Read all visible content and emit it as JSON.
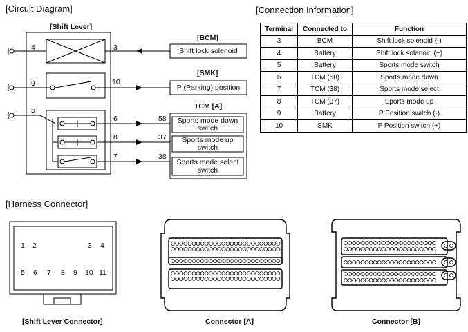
{
  "circuit": {
    "title": "[Circuit  Diagram]",
    "shift_lever_label": "[Shift Lever]",
    "bcm_label": "[BCM]",
    "smk_label": "[SMK]",
    "tcm_label": "TCM [A]",
    "pins": {
      "p4": "4",
      "p3": "3",
      "p9": "9",
      "p10": "10",
      "p5": "5",
      "p6": "6",
      "p8": "8",
      "p7": "7",
      "p58": "58",
      "p37": "37",
      "p38": "38"
    },
    "boxes": {
      "shift_lock": "Shift lock solenoid",
      "parking": "P (Parking) position",
      "down_1": "Sports mode down",
      "down_2": "switch",
      "up_1": "Sports mode up",
      "up_2": "switch",
      "select_1": "Sports mode select",
      "select_2": "switch"
    }
  },
  "connection": {
    "title": "[Connection Information]",
    "headers": [
      "Terminal",
      "Connected to",
      "Function"
    ],
    "rows": [
      [
        "3",
        "BCM",
        "Shift lock solenoid (-)"
      ],
      [
        "4",
        "Battery",
        "Shift lock solenoid (+)"
      ],
      [
        "5",
        "Battery",
        "Sports mode switch"
      ],
      [
        "6",
        "TCM (58)",
        "Sports mode down"
      ],
      [
        "7",
        "TCM (38)",
        "Sports mode select"
      ],
      [
        "8",
        "TCM (37)",
        "Sports mode up"
      ],
      [
        "9",
        "Battery",
        "P Position switch (-)"
      ],
      [
        "10",
        "SMK",
        "P Position switch (+)"
      ]
    ]
  },
  "harness": {
    "title": "[Harness Connector]",
    "shift_lever_connector": {
      "caption": "[Shift Lever Connector]",
      "top_row": [
        "1",
        "2",
        "3",
        "4"
      ],
      "bottom_row": [
        "5",
        "6",
        "7",
        "8",
        "9",
        "10",
        "11"
      ]
    },
    "connector_a": {
      "caption": "Connector [A]"
    },
    "connector_b": {
      "caption": "Connector [B]"
    }
  }
}
